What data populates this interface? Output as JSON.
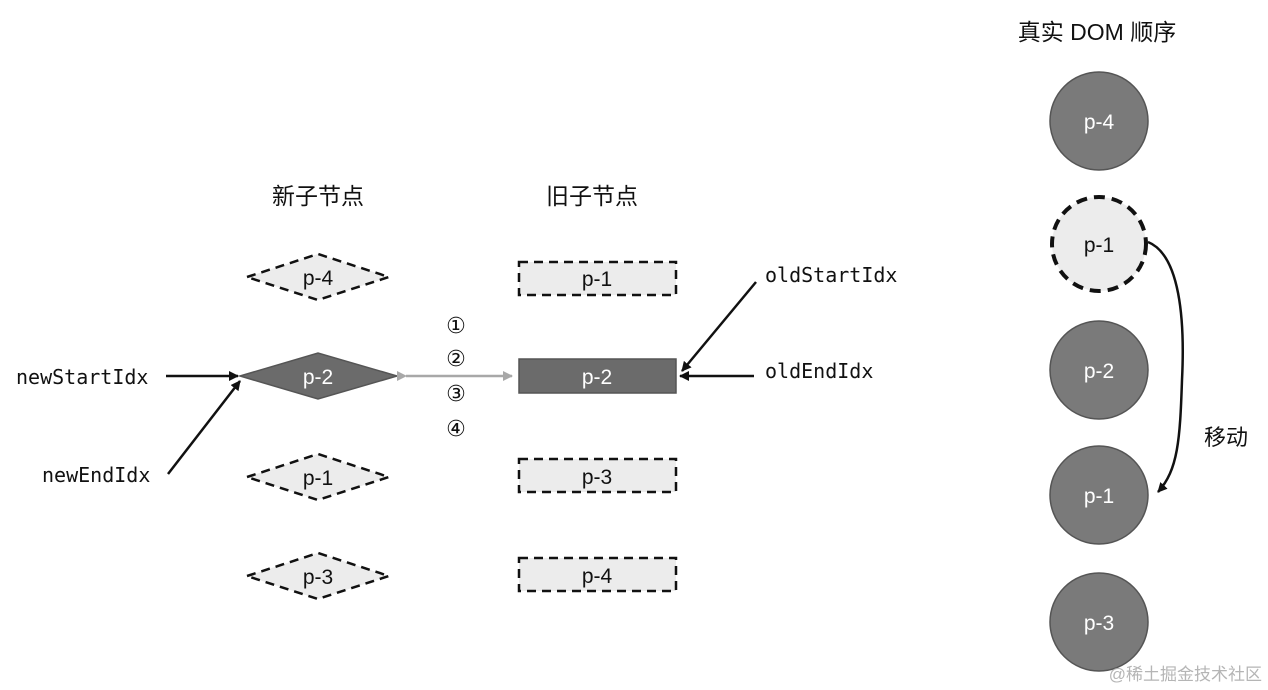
{
  "headings": {
    "new_children": "新子节点",
    "old_children": "旧子节点",
    "real_dom": "真实 DOM 顺序"
  },
  "new_children": [
    {
      "label": "p-4",
      "state": "inactive"
    },
    {
      "label": "p-2",
      "state": "active"
    },
    {
      "label": "p-1",
      "state": "inactive"
    },
    {
      "label": "p-3",
      "state": "inactive"
    }
  ],
  "old_children": [
    {
      "label": "p-1",
      "state": "inactive"
    },
    {
      "label": "p-2",
      "state": "active"
    },
    {
      "label": "p-3",
      "state": "inactive"
    },
    {
      "label": "p-4",
      "state": "inactive"
    }
  ],
  "real_dom": [
    {
      "label": "p-4",
      "state": "normal"
    },
    {
      "label": "p-1",
      "state": "moved-from"
    },
    {
      "label": "p-2",
      "state": "normal"
    },
    {
      "label": "p-1",
      "state": "normal"
    },
    {
      "label": "p-3",
      "state": "normal"
    }
  ],
  "pointers": {
    "new_start": "newStartIdx",
    "new_end": "newEndIdx",
    "old_start": "oldStartIdx",
    "old_end": "oldEndIdx"
  },
  "steps": [
    "①",
    "②",
    "③",
    "④"
  ],
  "move_label": "移动",
  "watermark": "@稀土掘金技术社区",
  "colors": {
    "active_fill": "#6b6b6b",
    "inactive_fill": "#ececec",
    "dom_fill": "#7a7a7a",
    "moved_fill": "#ececec",
    "compare_arrow": "#a8a8a8",
    "stroke": "#111111"
  }
}
